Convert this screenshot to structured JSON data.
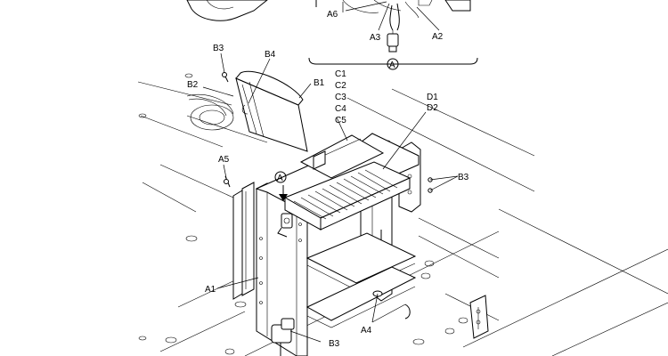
{
  "labels": {
    "a1": "A1",
    "a2": "A2",
    "a3": "A3",
    "a4": "A4",
    "a5": "A5",
    "a6": "A6",
    "b1": "B1",
    "b2": "B2",
    "b3_top": "B3",
    "b3_right": "B3",
    "b3_bottom": "B3",
    "b4": "B4",
    "c_group": [
      "C1",
      "C2",
      "C3",
      "C4",
      "C5"
    ],
    "d_group": [
      "D1",
      "D2"
    ],
    "detail_ref": "A",
    "detail_ref_callout": "A"
  }
}
